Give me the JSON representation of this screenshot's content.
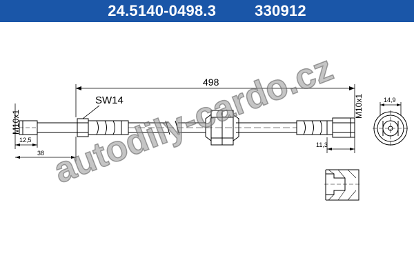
{
  "header": {
    "part_number": "24.5140-0498.3",
    "ref_number": "330912",
    "bg_color": "#1a56a8"
  },
  "labels": {
    "thread_left": "M10x1",
    "thread_right": "M10x1",
    "wrench": "SW14",
    "length": "498",
    "dim_12_5": "12,5",
    "dim_38": "38",
    "dim_11_3": "11,3",
    "dim_14_9": "14,9"
  },
  "watermark": "autodily-cardo.cz"
}
